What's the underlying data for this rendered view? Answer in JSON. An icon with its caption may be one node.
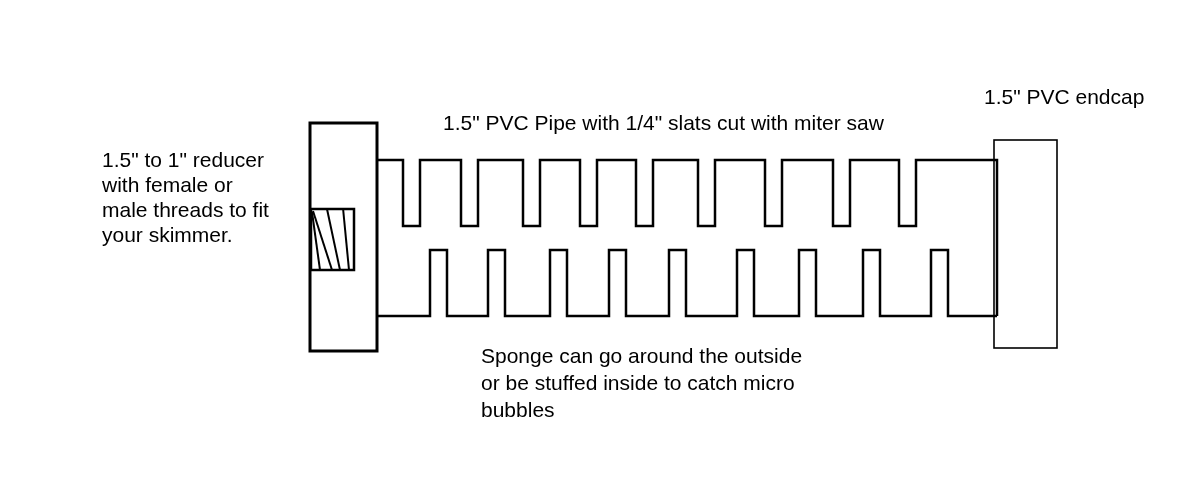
{
  "diagram": {
    "labels": [
      "1.5\" PVC endcap",
      "1.5\" PVC Pipe with 1/4\" slats cut with miter saw",
      "1.5\" to 1\" reducer with female or male threads to fit your skimmer.",
      "Sponge can go around the outside or be stuffed inside to catch micro bubbles"
    ]
  }
}
